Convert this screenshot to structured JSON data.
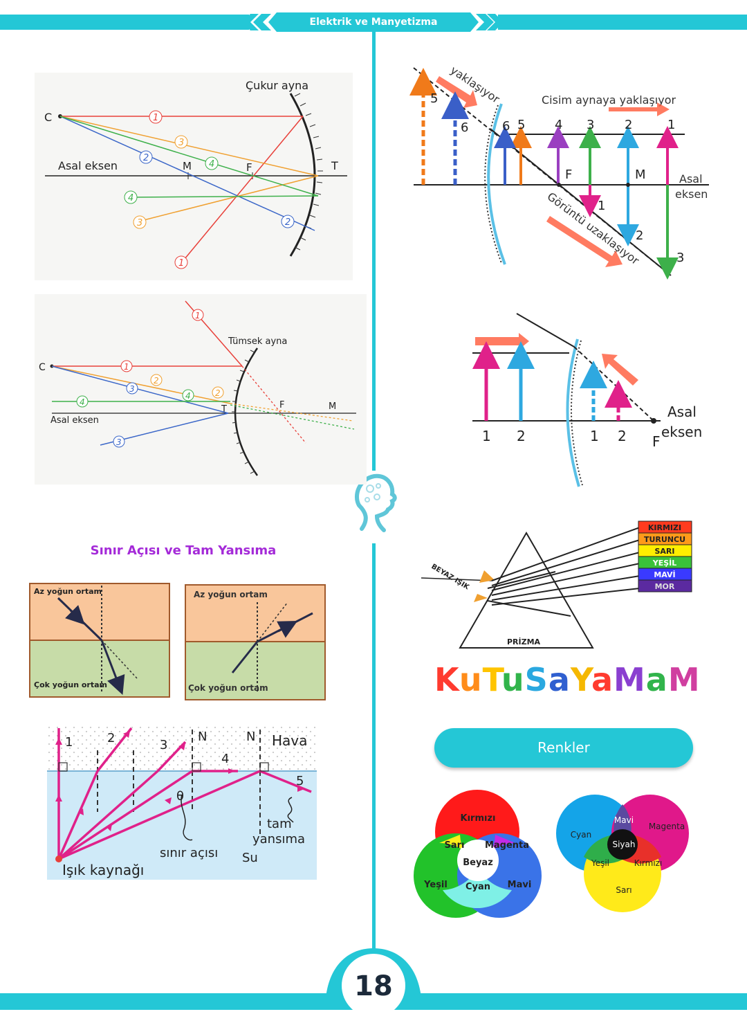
{
  "header": {
    "title": "Elektrik ve Manyetizma"
  },
  "page": {
    "number": "18"
  },
  "concave_mirror": {
    "mirror_label": "Çukur ayna",
    "axis_label": "Asal eksen",
    "points": [
      "C",
      "M",
      "F",
      "T"
    ],
    "rays": [
      "1",
      "2",
      "3",
      "4"
    ]
  },
  "convex_mirror": {
    "mirror_label": "Tümsek ayna",
    "axis_label": "Asal eksen",
    "points": [
      "C",
      "T",
      "F",
      "M"
    ],
    "rays": [
      "1",
      "2",
      "3",
      "4"
    ]
  },
  "object_approach": {
    "label_top": "Cisim aynaya yaklaşıyor",
    "label_approach": "yaklaşıyor",
    "label_image": "Görüntü uzaklaşıyor",
    "axis_label_1": "Asal",
    "axis_label_2": "eksen",
    "object_numbers": [
      "1",
      "2",
      "3",
      "4",
      "5",
      "6"
    ],
    "image_numbers": [
      "1",
      "2",
      "3",
      "5",
      "6"
    ],
    "points": [
      "F",
      "M"
    ]
  },
  "convex_images": {
    "axis_label_1": "Asal",
    "axis_label_2": "eksen",
    "object_numbers": [
      "1",
      "2"
    ],
    "image_numbers": [
      "1",
      "2"
    ],
    "focus": "F"
  },
  "critical_angle": {
    "title": "Sınır Açısı ve Tam Yansıma",
    "less_dense": "Az yoğun ortam",
    "more_dense": "Çok yoğun ortam"
  },
  "total_reflection": {
    "ray_numbers": [
      "1",
      "2",
      "3",
      "4",
      "5"
    ],
    "normal": "N",
    "air": "Hava",
    "water": "Su",
    "theta": "θ",
    "critical_angle_label": "sınır açısı",
    "total_reflection_label_1": "tam",
    "total_reflection_label_2": "yansıma",
    "source_label": "Işık kaynağı"
  },
  "prism": {
    "white_light": "BEYAZ IŞIK",
    "prism_label": "PRİZMA",
    "colors": [
      {
        "name": "KIRMIZI",
        "color": "#ff3b1f"
      },
      {
        "name": "TURUNCU",
        "color": "#ff9a1a"
      },
      {
        "name": "SARI",
        "color": "#ffee00"
      },
      {
        "name": "YEŞİL",
        "color": "#3ac13a"
      },
      {
        "name": "MAVİ",
        "color": "#3a3aff"
      },
      {
        "name": "MOR",
        "color": "#5b2aa0"
      }
    ]
  },
  "brand": {
    "letters": [
      {
        "ch": "K",
        "color": "#ff3b2f"
      },
      {
        "ch": "u",
        "color": "#ff8c1a"
      },
      {
        "ch": "T",
        "color": "#ffc400"
      },
      {
        "ch": "u",
        "color": "#31b44b"
      },
      {
        "ch": "S",
        "color": "#2aa8e0"
      },
      {
        "ch": "a",
        "color": "#2f5fd0"
      },
      {
        "ch": "Y",
        "color": "#f5b800"
      },
      {
        "ch": "a",
        "color": "#ff3b2f"
      },
      {
        "ch": "M",
        "color": "#8a3fd0"
      },
      {
        "ch": "a",
        "color": "#31b44b"
      },
      {
        "ch": "M",
        "color": "#d03fa0"
      }
    ]
  },
  "colors_section": {
    "title": "Renkler",
    "additive": [
      "Kırmızı",
      "Sarı",
      "Magenta",
      "Beyaz",
      "Yeşil",
      "Cyan",
      "Mavi"
    ],
    "subtractive": [
      "Mavi",
      "Cyan",
      "Magenta",
      "Siyah",
      "Yeşil",
      "Kırmızı",
      "Sarı"
    ]
  },
  "accent": "#24c7d6"
}
